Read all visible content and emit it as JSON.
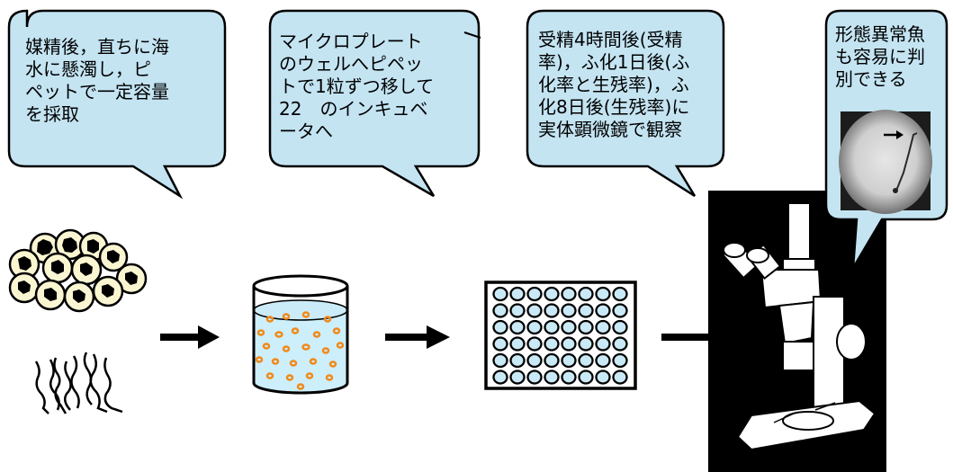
{
  "bubbles": [
    {
      "id": "step1",
      "text": "媒精後，直ちに海\n水に懸濁し，ピ\nペットで一定容量\nを採取"
    },
    {
      "id": "step2",
      "text": "マイクロプレート\nのウェルへピペッ\nトで1粒ずつ移して\n22　のインキュベ\nータへ"
    },
    {
      "id": "step3",
      "text": "受精4時間後(受精\n率)，ふ化1日後(ふ\n化率と生残率)，ふ\n化8日後(生残率)に\n実体顕微鏡で観察"
    },
    {
      "id": "step4",
      "text": "形態異常魚\nも容易に判\n別できる"
    }
  ],
  "icons": {
    "eggs": "fish-eggs-icon",
    "sperm": "sperm-icon",
    "beaker": "beaker-icon",
    "plate": "microplate-icon",
    "microscope": "stereo-microscope-icon",
    "larva": "larva-photo-icon"
  },
  "colors": {
    "bubble_fill": "#c4e4f2",
    "egg_orange": "#f08a1a",
    "water": "#cdeefb",
    "egg_yolk": "#fbf6d2"
  }
}
